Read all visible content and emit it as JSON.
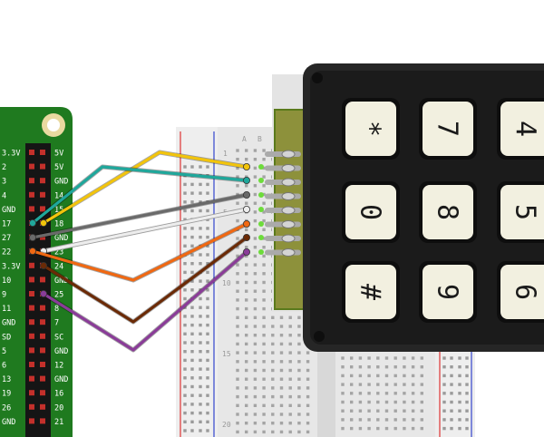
{
  "header_labels": {
    "pi_left": "3.3V",
    "pi_right": "5V"
  },
  "pi_header": {
    "left": [
      "3.3V",
      "2",
      "3",
      "4",
      "GND",
      "17",
      "27",
      "22",
      "3.3V",
      "10",
      "9",
      "11",
      "GND",
      "SD",
      "5",
      "6",
      "13",
      "19",
      "26",
      "GND"
    ],
    "right": [
      "5V",
      "5V",
      "GND",
      "14",
      "15",
      "18",
      "GND",
      "23",
      "24",
      "GND",
      "25",
      "8",
      "7",
      "SC",
      "GND",
      "12",
      "GND",
      "16",
      "20",
      "21"
    ]
  },
  "breadboard": {
    "columns": [
      "A",
      "B"
    ],
    "rows": [
      "1",
      "5",
      "10",
      "15",
      "20"
    ]
  },
  "keypad": {
    "keys": [
      "*",
      "7",
      "4",
      "0",
      "8",
      "5",
      "#",
      "9",
      "6"
    ]
  },
  "wires": [
    {
      "name": "wire-yellow",
      "color": "#f2c40c"
    },
    {
      "name": "wire-teal",
      "color": "#1fa79b"
    },
    {
      "name": "wire-gray",
      "color": "#6a6a6a"
    },
    {
      "name": "wire-white",
      "color": "#ededed"
    },
    {
      "name": "wire-orange",
      "color": "#f06812"
    },
    {
      "name": "wire-brown",
      "color": "#6b2a06"
    },
    {
      "name": "wire-purple",
      "color": "#8a3c98"
    }
  ],
  "colors": {
    "pi_green": "#1f7a1f",
    "board": "#e6e6e6",
    "rail_red": "#d33",
    "rail_blue": "#3344cc",
    "keypad_body": "#262626",
    "key_face": "#f2f0e0"
  }
}
